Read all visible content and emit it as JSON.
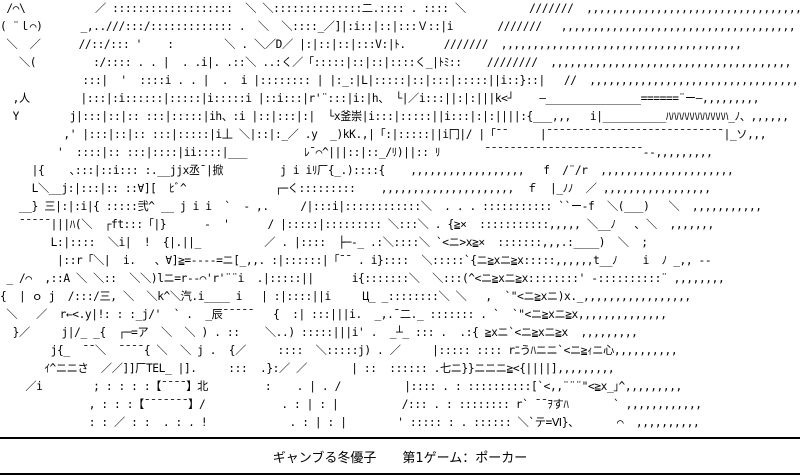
{
  "caption": {
    "title": "ギャンブる冬優子",
    "separator": "　　",
    "subtitle": "第1ゲーム：ポーカー"
  },
  "art_rows": [
    " /⌒\\           ／ :::::::::::::::::::  ＼ ＼::::::::::::::二.:::: . :::: ＼          ///////  ,,,,,,,,,,,,,,,,,,,,,,,,,,,,,,,,,,,,",
    "( ¨ｌ⌒)      _,..///:::/::::::::::::: .  ＼  ＼::::_／]|:i::|::|:::Ｖ::|i       ///////   ,,,,,,,,,,,,,,,,,,,,,,,,,,,,,,,,,,,,,",
    " ＼  ／      //::/::: '    :        ＼ . ＼／D／ |:|::|::|:::V:|ﾄ.      ///////  ,,,,,,,,,,,,,,,,,,,,,,,,,,,,,,,,,,,,,,",
    "   ＼(         :/:::: . . |  . .i|. .::＼ ..:く／「:::::|::|::|::::く_|ﾄﾐ::    ////////  ,,,,,,,,,,,,,,,,,,,,,,,,,,,,,,,,,,,,,,",
    "             :::|  '  ::::i . . |  .  i |:::::::: | |:_:|L|:::::|::|:::|:::::||i::}::|   //  ,,,,,,,,,,,,,,,,,,,,,,,,,,,,,,,,,,,,,,,",
    "  ,人        |:::|:i::::::|:::::|i:::::i |::i:::|r'¨:::|i:|h、 └|／i:::||:|:|||k<┘    ―_______________======¨ー―,,,,,,,,,",
    "  Y        j|:::|::|:: :::|:::::|ih、:i |::|:::|:|  └x釜崇|i:::|:::::||i:::|:|:||||:{___,,,   i|__________ﾊﾊﾊﾊﾊﾊﾊﾊﾊﾊﾊﾊ_ﾉ、,,,,,,",
    "          ,' |:::|::|:: :::|:::::|i丄 ＼|::|:_／ .y  _)kK.,|「:|:::::||i冂|/ |「¯¯     |¯¯¯¯¯¯¯¯¯¯¯¯¯¯¯¯¯¯¯¯¯¯¯¯¯¯¯¯|_ソ,,,",
    "         '  ::::|:: :::|::::|ii::::|___         ﾚ¯⌒^|||::|::_/ﾘ)||:: ﾘ       ¯¯¯¯¯¯¯¯¯¯¯¯¯¯¯¯¯¯¯¯¯¯¯¯¯‐-,,,,,,,,,",
    "     |{    ､:::|::i::: :.__jjx丞¯|掀         j i iﾘ厂{_.)::::{    ,,,,,,,,,,,,,,,,,,   f  /¨/r  ,,,,,,,,,,,,,,,,,,,,,",
    "     L＼__j:|:::|:: ::∀][  ﾋﾞ^              ┌─く:::::::::    ,,,,,,,,,,,,,,,,,,,,,  ｆ  |_ﾉﾉ  ／ ,,,,,,,,,,,,,,,,,",
    "   __} 三|:|:i|{ :::::弐^ __ j i i  `  - ,.     /|:::i|::::::::::::＼  . . . ::::::::::: ``ー‐f  ＼(___)   ＼  ,,,,,,,,,,,",
    "   ¯¯¯¯¯|||ﾊ(＼  ┌ft:::「|}      -  '      / |:::::|::::::::: ＼:::＼ . {≧×  :::::::::::,,,,, ＼__ﾉ   ､ ＼  ,,,,,,,",
    "        L:|::::  ＼i|  !  {|.||_          ／ . |::::  ├─‐_ .:＼::::＼ `<ニ>x≧×  :::::::,,,.:____)  ＼  ;",
    "         |::r「＼|  i.   、∀]≧=‐‐‐‐=ニ[_,,. :|::::::|「¯¯ . i}::::  ＼:::::`{ニ≧xニ≧x:::::,,,,,,t__ﾉ    i  ﾉ _,, ‐‐",
    " _ /⌒  ,::A ＼ ＼::  ＼＼)lニ=r‐‐⌒'r'¨¨i  .|:::::||      i{:::::::＼  ＼:::(^<ニ≧xニ≧x::::::::' ‐::::::::::¨ ,,,,,,,,",
    "{  | ｏ j  /:::/三, ＼  ＼k^＼汽.i____ i   | :|::::||i     Ц_ _::::::::＼ ＼   ,  `\"<ニ≧xニ)x._,,,,,,,,,,,,,,,,,",
    " ＼   ／  r←<.y|!: : :_j/'  ` .  _辰¯¯¯¯¯   {  :| :::|||i.  _,.¯二._ ::::::: . `  `\"<ニ≧xニ≧x,,,,,,,,,,,,,,",
    "  }／     j|/_ _{  ┌─=ア  ＼  ＼ ) . ::    ＼..) :::::|||i' .  _┴_ ::: .  .:{ ≧xニ`<ニ≧xニ≧x  ,,,,,,,,,",
    "        j{_  ¯¯＼  ¯¯¯¯{ ＼  ＼ j .  {／     ::::  ＼:::::j) . ／     |::::: :::: rﾆうﾊニニ`<ニ≧ｨニ心,,,,,,,,,,",
    "       ｲ^ニニさ  ／／]]厂TEL_ |].     :::  .}:／ ／       | ::  :::::: .七ニ}}ニニニ≧<{||||],,,,,,,,,",
    "    ／i        ; : : : :【¯¯¯¯】北         :    . | . /          |:::: . : ::::::::::[`<,,¨¨¨\"<≧x_｣^,,,,,,,,,",
    "              , : : :【¯¯¯¯¯¯¯】/            . : | : |          /::: . : :::::::: r` ¯¯ｦすﾊ       ` ,,,,,,,,,,,,",
    "              : : ／ : :  . : . !             . : | : |        ' ::::: : . :::::: ＼`テ=Ⅵ}、      ⌒  ,,,,,,,,,,"
  ]
}
